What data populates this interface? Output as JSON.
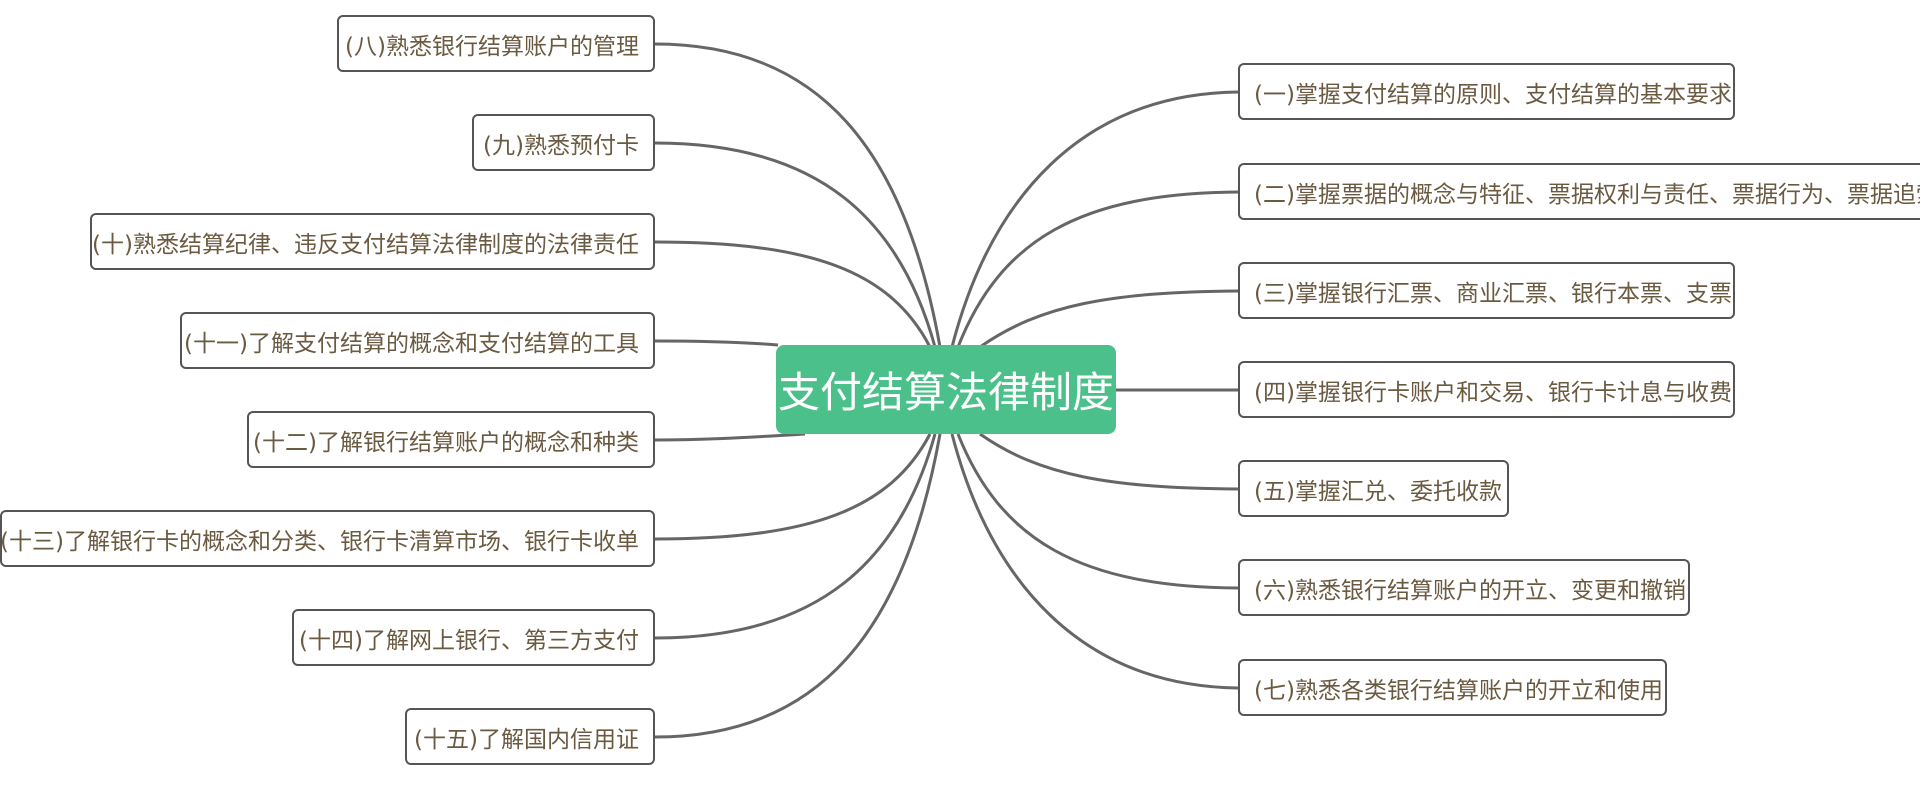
{
  "central_topic": "支付结算法律制度",
  "colors": {
    "central_fill": "#4cc08a",
    "central_text": "#ffffff",
    "node_border": "#555555",
    "node_text": "#6b5a42",
    "connector": "#666666"
  },
  "right_branches": [
    "(一)掌握支付结算的原则、支付结算的基本要求",
    "(二)掌握票据的概念与特征、票据权利与责任、票据行为、票据追索",
    "(三)掌握银行汇票、商业汇票、银行本票、支票",
    "(四)掌握银行卡账户和交易、银行卡计息与收费",
    "(五)掌握汇兑、委托收款",
    "(六)熟悉银行结算账户的开立、变更和撤销",
    "(七)熟悉各类银行结算账户的开立和使用"
  ],
  "left_branches": [
    "(八)熟悉银行结算账户的管理",
    "(九)熟悉预付卡",
    "(十)熟悉结算纪律、违反支付结算法律制度的法律责任",
    "(十一)了解支付结算的概念和支付结算的工具",
    "(十二)了解银行结算账户的概念和种类",
    "(十三)了解银行卡的概念和分类、银行卡清算市场、银行卡收单",
    "(十四)了解网上银行、第三方支付",
    "(十五)了解国内信用证"
  ]
}
